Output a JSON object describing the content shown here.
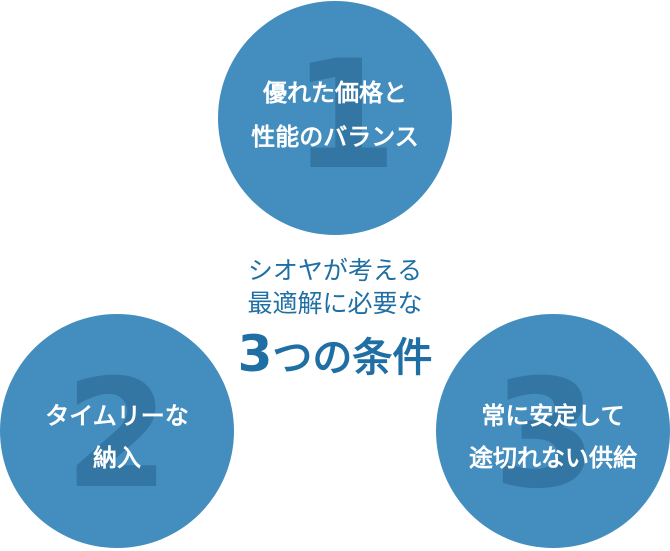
{
  "circles": [
    {
      "number": "1",
      "line1": "優れた価格と",
      "line2": "性能のバランス"
    },
    {
      "number": "2",
      "line1": "タイムリーな",
      "line2": "納入"
    },
    {
      "number": "3",
      "line1": "常に安定して",
      "line2": "途切れない供給"
    }
  ],
  "center": {
    "line1": "シオヤが考える",
    "line2": "最適解に必要な",
    "title_number": "3",
    "title_rest": "つの条件"
  },
  "colors": {
    "circle": "#438ebf",
    "number": "#1c4e76",
    "center_text": "#1f6fa5"
  }
}
